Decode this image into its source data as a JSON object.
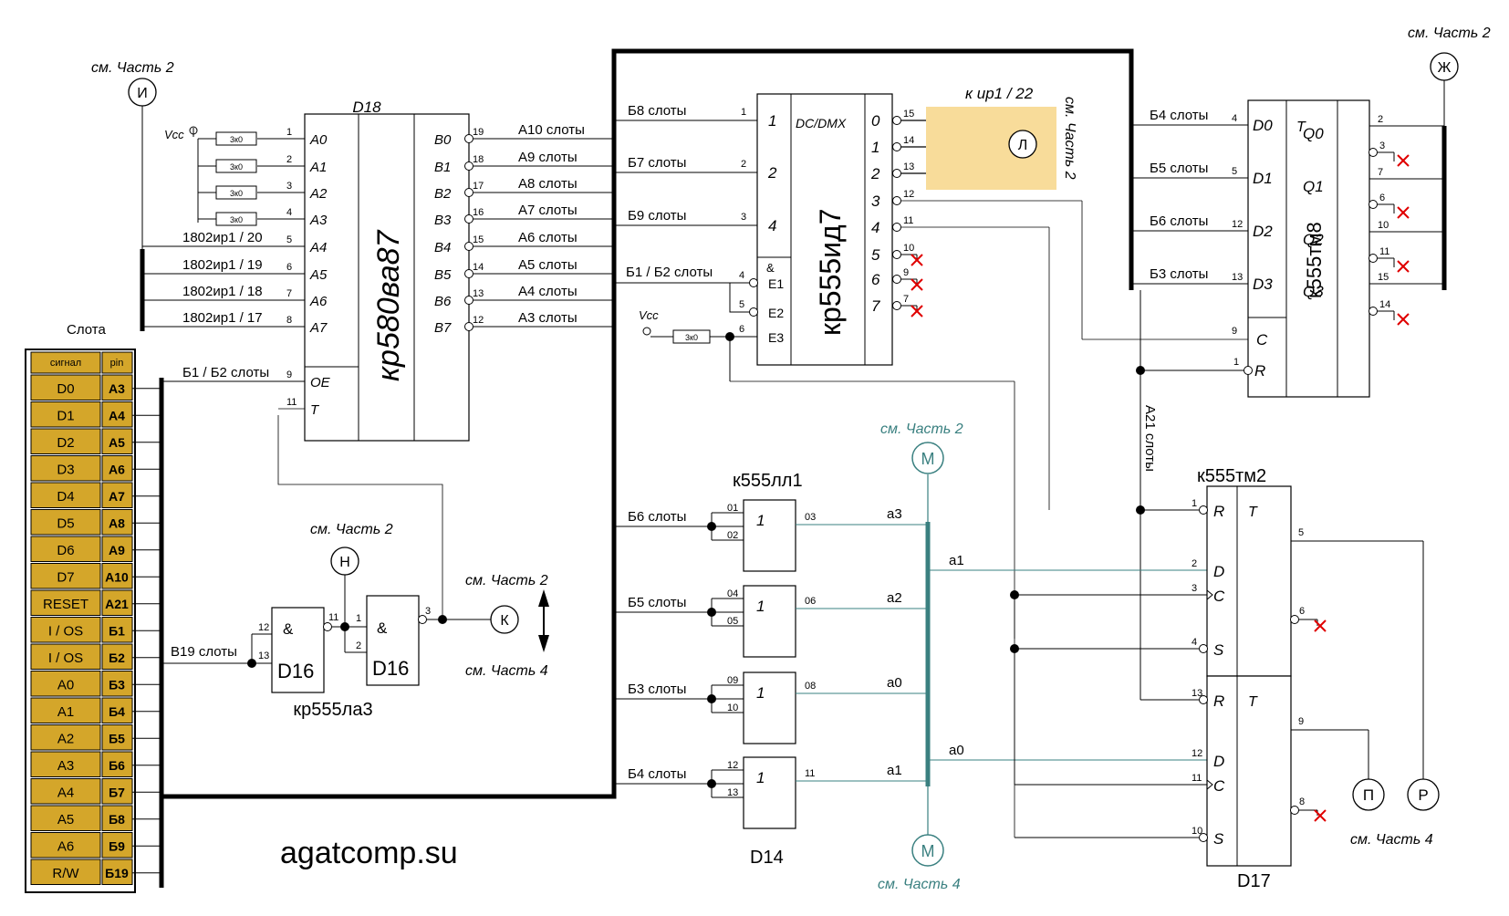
{
  "slot_table": {
    "title": "Слота",
    "header": {
      "signal": "сигнал",
      "pin": "pin"
    },
    "rows": [
      {
        "signal": "D0",
        "pin": "A3"
      },
      {
        "signal": "D1",
        "pin": "A4"
      },
      {
        "signal": "D2",
        "pin": "A5"
      },
      {
        "signal": "D3",
        "pin": "A6"
      },
      {
        "signal": "D4",
        "pin": "A7"
      },
      {
        "signal": "D5",
        "pin": "A8"
      },
      {
        "signal": "D6",
        "pin": "A9"
      },
      {
        "signal": "D7",
        "pin": "A10"
      },
      {
        "signal": "RESET",
        "pin": "A21"
      },
      {
        "signal": "I / OS",
        "pin": "Б1"
      },
      {
        "signal": "I / OS",
        "pin": "Б2"
      },
      {
        "signal": "A0",
        "pin": "Б3"
      },
      {
        "signal": "A1",
        "pin": "Б4"
      },
      {
        "signal": "A2",
        "pin": "Б5"
      },
      {
        "signal": "A3",
        "pin": "Б6"
      },
      {
        "signal": "A4",
        "pin": "Б7"
      },
      {
        "signal": "A5",
        "pin": "Б8"
      },
      {
        "signal": "A6",
        "pin": "Б9"
      },
      {
        "signal": "R/W",
        "pin": "Б19"
      }
    ],
    "fill_color": "#d4a62a"
  },
  "website": "agatcomp.su",
  "refs": {
    "see_part2": "см. Часть 2",
    "see_part4": "см. Часть 4",
    "to_ir1": "к ир1 / 22",
    "I": "И",
    "Zh": "Ж",
    "L": "Л",
    "M": "М",
    "N": "Н",
    "K": "К",
    "P": "П",
    "R": "Р"
  },
  "d18": {
    "label": "D18",
    "part": "кр580ва87",
    "vcc": "Vcc",
    "resistor": "3к0",
    "left_pins": [
      {
        "num": "1",
        "name": "A0"
      },
      {
        "num": "2",
        "name": "A1"
      },
      {
        "num": "3",
        "name": "A2"
      },
      {
        "num": "4",
        "name": "A3"
      },
      {
        "num": "5",
        "name": "A4",
        "net": "1802ир1 / 20"
      },
      {
        "num": "6",
        "name": "A5",
        "net": "1802ир1 / 19"
      },
      {
        "num": "7",
        "name": "A6",
        "net": "1802ир1 / 18"
      },
      {
        "num": "8",
        "name": "A7",
        "net": "1802ир1 / 17"
      },
      {
        "num": "9",
        "name": "OE",
        "net": "Б1 / Б2 слоты"
      },
      {
        "num": "11",
        "name": "T"
      }
    ],
    "right_pins": [
      {
        "num": "19",
        "name": "B0",
        "net": "A10 слоты"
      },
      {
        "num": "18",
        "name": "B1",
        "net": "A9 слоты"
      },
      {
        "num": "17",
        "name": "B2",
        "net": "A8 слоты"
      },
      {
        "num": "16",
        "name": "B3",
        "net": "A7 слоты"
      },
      {
        "num": "15",
        "name": "B4",
        "net": "A6 слоты"
      },
      {
        "num": "14",
        "name": "B5",
        "net": "A5 слоты"
      },
      {
        "num": "13",
        "name": "B6",
        "net": "A4 слоты"
      },
      {
        "num": "12",
        "name": "B7",
        "net": "A3 слоты"
      }
    ]
  },
  "dc": {
    "part": "кр555ид7",
    "func": "DC/DMX",
    "and_sym": "&",
    "inputs": [
      {
        "net": "Б8 слоты",
        "num": "1",
        "name": "1"
      },
      {
        "net": "Б7 слоты",
        "num": "2",
        "name": "2"
      },
      {
        "net": "Б9 слоты",
        "num": "3",
        "name": "4"
      }
    ],
    "enables": [
      {
        "num": "4",
        "name": "E1",
        "net": "Б1 / Б2 слоты"
      },
      {
        "num": "5",
        "name": "E2"
      },
      {
        "num": "6",
        "name": "E3"
      }
    ],
    "vcc": "Vcc",
    "resistor": "3к0",
    "outputs": [
      {
        "num": "15",
        "name": "0",
        "rgb": "R",
        "color": "#ff0000"
      },
      {
        "num": "14",
        "name": "1",
        "rgb": "B",
        "color": "#0000ff"
      },
      {
        "num": "13",
        "name": "2",
        "rgb": "G",
        "color": "#00cc00"
      },
      {
        "num": "12",
        "name": "3"
      },
      {
        "num": "11",
        "name": "4"
      },
      {
        "num": "10",
        "name": "5"
      },
      {
        "num": "9",
        "name": "6"
      },
      {
        "num": "7",
        "name": "7"
      }
    ],
    "highlight_color": "#f8dc9a"
  },
  "tm8": {
    "part": "к555тм8",
    "T": "T",
    "inputs": [
      {
        "net": "Б4 слоты",
        "num": "4",
        "name": "D0"
      },
      {
        "net": "Б5 слоты",
        "num": "5",
        "name": "D1"
      },
      {
        "net": "Б6 слоты",
        "num": "12",
        "name": "D2"
      },
      {
        "net": "Б3 слоты",
        "num": "13",
        "name": "D3"
      }
    ],
    "clock": {
      "num": "9",
      "name": "C"
    },
    "reset": {
      "num": "1",
      "name": "R"
    },
    "outputs": [
      {
        "name": "Q0",
        "pins": [
          "2",
          "3"
        ]
      },
      {
        "name": "Q1",
        "pins": [
          "7",
          "6"
        ]
      },
      {
        "name": "Q2",
        "pins": [
          "10",
          "11"
        ]
      },
      {
        "name": "Q3",
        "pins": [
          "15",
          "14"
        ]
      }
    ],
    "reset_net": "A21 слоты"
  },
  "d16": {
    "part": "кр555ла3",
    "label": "D16",
    "and_sym": "&",
    "net_in": "В19 слоты",
    "g1_pins": {
      "in1": "12",
      "in2": "13",
      "out": "11"
    },
    "g2_pins": {
      "in1": "1",
      "in2": "2",
      "out": "3"
    }
  },
  "d14": {
    "part": "к555лл1",
    "label": "D14",
    "sym": "1",
    "gates": [
      {
        "net": "Б6 слоты",
        "in1": "01",
        "in2": "02",
        "out": "03",
        "bus": "a3"
      },
      {
        "net": "Б5 слоты",
        "in1": "04",
        "in2": "05",
        "out": "06",
        "bus": "a2"
      },
      {
        "net": "Б3 слоты",
        "in1": "09",
        "in2": "10",
        "out": "08",
        "bus": "a0"
      },
      {
        "net": "Б4 слоты",
        "in1": "12",
        "in2": "13",
        "out": "11",
        "bus": "a1"
      }
    ],
    "bus_taps": [
      "a1",
      "a0"
    ]
  },
  "tm2": {
    "part": "к555тм2",
    "label": "D17",
    "T": "T",
    "top": [
      {
        "num": "1",
        "name": "R"
      },
      {
        "num": "2",
        "name": "D"
      },
      {
        "num": "3",
        "name": "C"
      },
      {
        "num": "4",
        "name": "S"
      }
    ],
    "bottom": [
      {
        "num": "13",
        "name": "R"
      },
      {
        "num": "12",
        "name": "D"
      },
      {
        "num": "11",
        "name": "C"
      },
      {
        "num": "10",
        "name": "S"
      }
    ],
    "outputs_top": [
      "5",
      "6"
    ],
    "outputs_bottom": [
      "9",
      "8"
    ]
  }
}
